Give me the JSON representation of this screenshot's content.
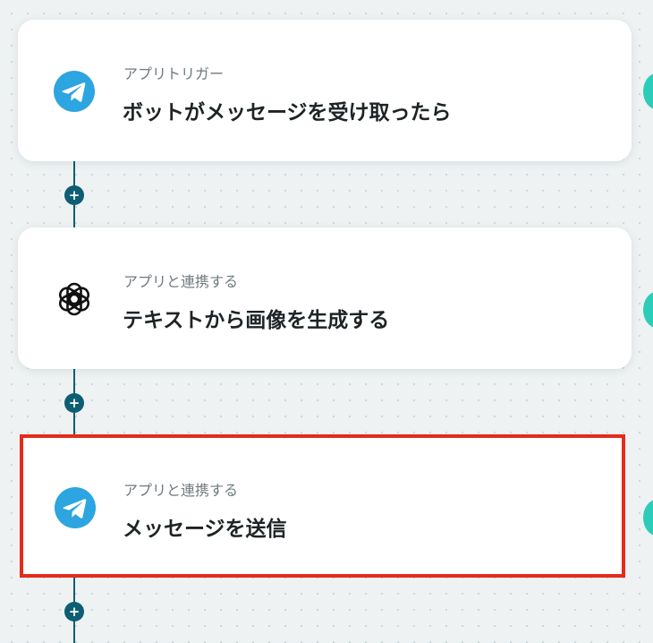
{
  "flow": {
    "steps": [
      {
        "subtitle": "アプリトリガー",
        "title": "ボットがメッセージを受け取ったら",
        "icon": "telegram-icon"
      },
      {
        "subtitle": "アプリと連携する",
        "title": "テキストから画像を生成する",
        "icon": "openai-icon"
      },
      {
        "subtitle": "アプリと連携する",
        "title": "メッセージを送信",
        "icon": "telegram-icon"
      }
    ],
    "add_symbol": "+"
  },
  "colors": {
    "connector": "#0e5e73",
    "telegram": "#2ca5e0",
    "selection_border": "#e52b1c",
    "status": "#2ccdb8"
  }
}
